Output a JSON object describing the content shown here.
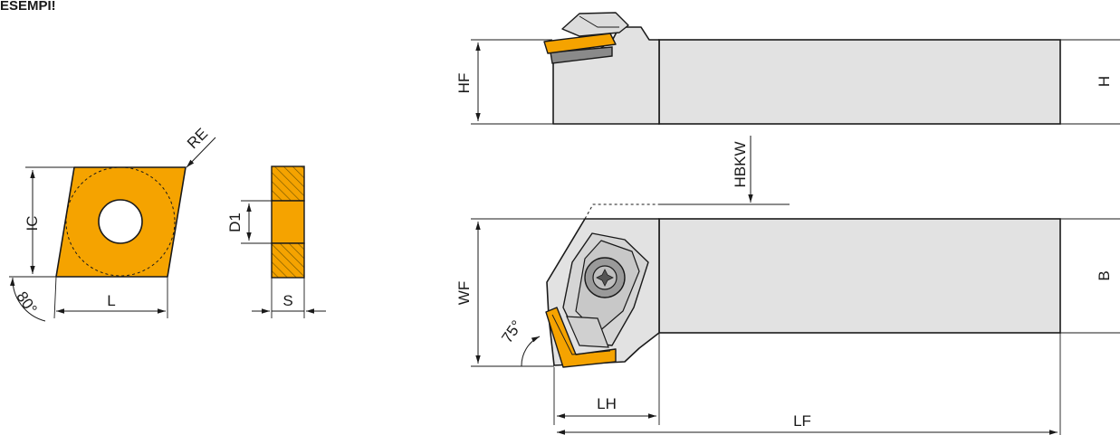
{
  "page": {
    "title": "ESEMPI!"
  },
  "colors": {
    "insert_orange": "#f5a300",
    "holder_gray": "#e2e2e2",
    "dark_gray": "#7a7a7a",
    "outline": "#1a1a1a",
    "hatch": "#7a5a00"
  },
  "insert": {
    "labels": {
      "re": "RE",
      "ic": "IC",
      "l": "L",
      "angle": "80°",
      "d1": "D1",
      "s": "S"
    }
  },
  "holder": {
    "labels": {
      "hf": "HF",
      "h": "H",
      "hbkw": "HBKW",
      "wf": "WF",
      "b": "B",
      "angle": "75°",
      "lh": "LH",
      "lf": "LF"
    }
  }
}
